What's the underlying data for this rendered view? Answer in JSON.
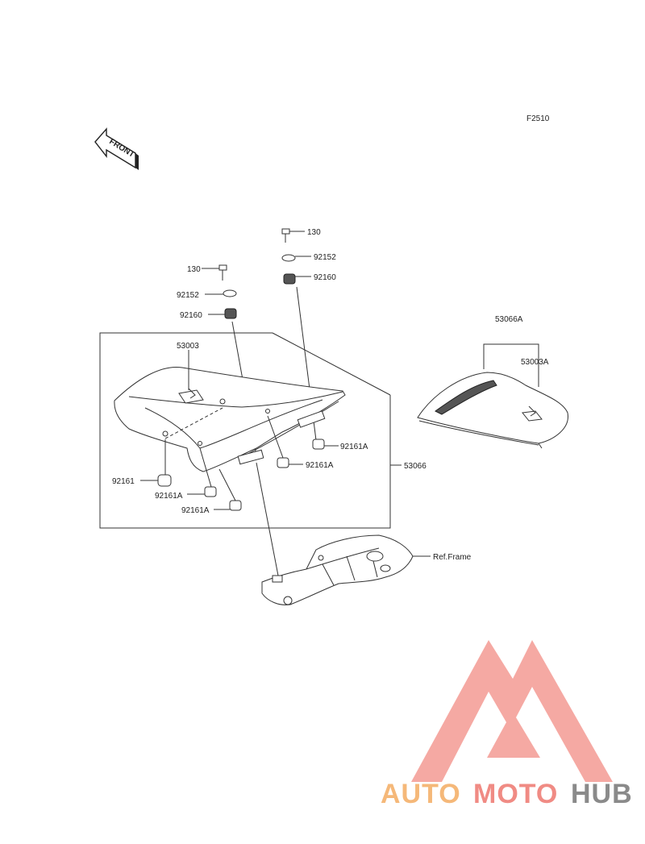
{
  "diagram_code": "F2510",
  "direction_label": "FRONT",
  "parts": {
    "bolt_right": "130",
    "washer_right": "92152",
    "damper_right": "92160",
    "bolt_left": "130",
    "washer_left": "92152",
    "damper_left": "92160",
    "seat_cover": "53003",
    "seat_assy": "53066",
    "pillion_assy": "53066A",
    "pillion_cover": "53003A",
    "stopper_left": "92161",
    "stopper_a1": "92161A",
    "stopper_a2": "92161A",
    "stopper_a3": "92161A",
    "stopper_a4": "92161A"
  },
  "reference_label": "Ref.Frame",
  "watermark": {
    "text_1": "AUTO",
    "text_2": "MOTO",
    "text_3": "HUB",
    "colors": {
      "orange": "#f5b879",
      "pink": "#f08b84",
      "gray": "#8a8a8a",
      "logo": "#f39a93"
    }
  }
}
